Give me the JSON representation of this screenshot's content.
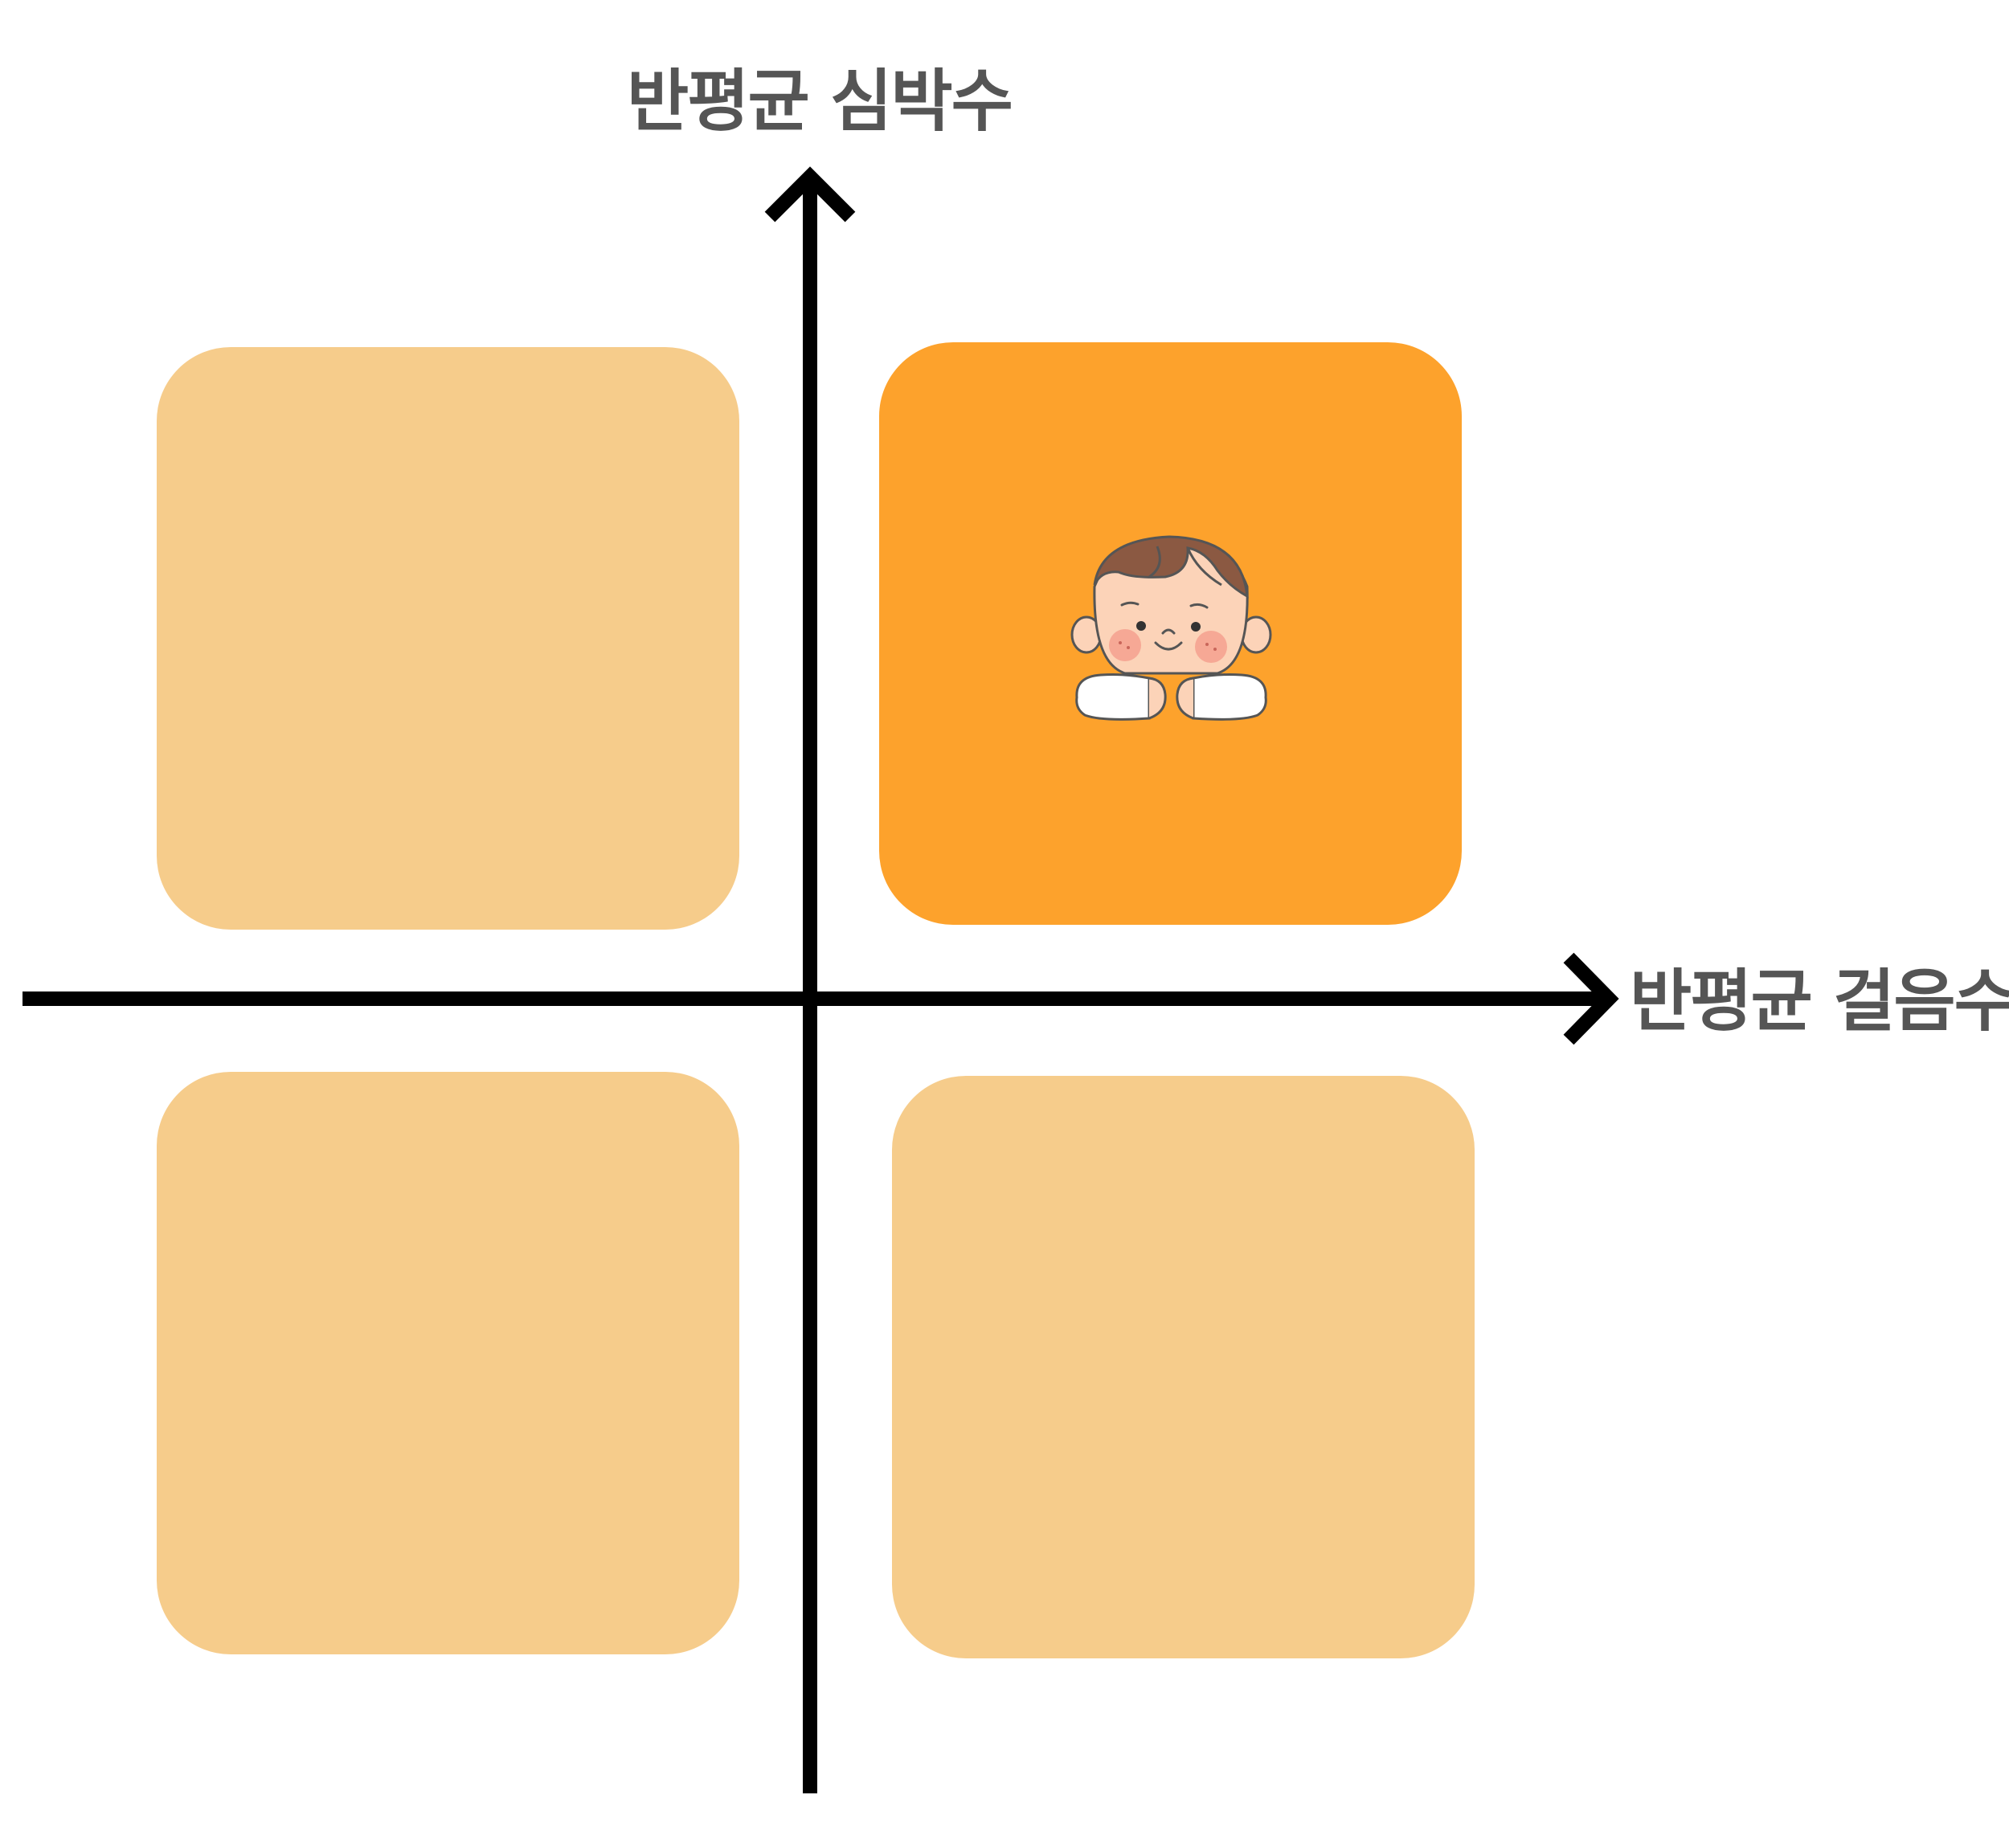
{
  "y_axis": {
    "label": "반평균 심박수",
    "icon": "arrow-up-icon"
  },
  "x_axis": {
    "label": "반평균 걸음수",
    "icon": "arrow-right-icon"
  },
  "quadrants": [
    {
      "name": "top-left",
      "color": "#F6CC8B",
      "highlighted": false
    },
    {
      "name": "top-right",
      "color": "#FDA22C",
      "highlighted": true,
      "icon": "child-face-icon"
    },
    {
      "name": "bottom-left",
      "color": "#F6CC8B",
      "highlighted": false
    },
    {
      "name": "bottom-right",
      "color": "#F6CC8B",
      "highlighted": false
    }
  ],
  "colors": {
    "axis": "#000000",
    "label": "#555555",
    "highlight": "#FDA22C",
    "muted": "#F6CC8B"
  }
}
